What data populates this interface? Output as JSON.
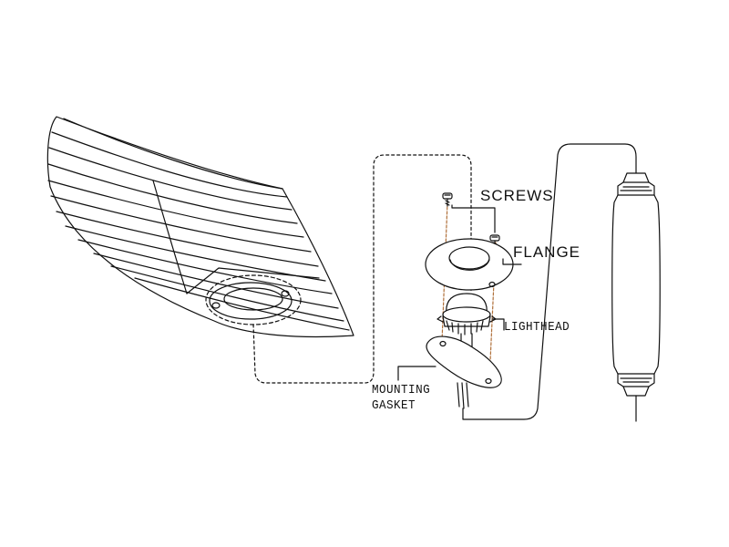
{
  "labels": {
    "screws": "SCREWS",
    "flange": "FLANGE",
    "lighthead": "LIGHTHEAD",
    "mounting": "MOUNTING",
    "gasket": "GASKET"
  },
  "colors": {
    "line": "#111111",
    "screw_guide": "#b0703a",
    "background": "#ffffff"
  }
}
